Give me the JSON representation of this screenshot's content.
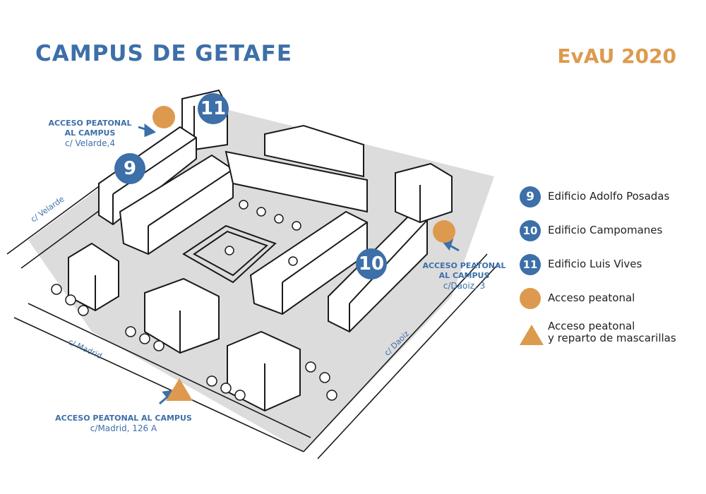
{
  "colors": {
    "blue": "#3d6fa8",
    "orange": "#dd9a4e",
    "ink": "#1a1a1a",
    "shadow": "#d7d7d7"
  },
  "header": {
    "title": "CAMPUS DE GETAFE",
    "year": "EvAU 2020"
  },
  "markers": {
    "b9": "9",
    "b10": "10",
    "b11": "11"
  },
  "callouts": {
    "velarde": {
      "line1": "ACCESO PEATONAL",
      "line2": "AL CAMPUS",
      "address": "c/ Velarde,4"
    },
    "daoiz": {
      "line1": "ACCESO PEATONAL",
      "line2": "AL CAMPUS",
      "address": "c/Daoiz, 3"
    },
    "madrid": {
      "line1": "ACCESO PEATONAL AL CAMPUS",
      "address": "c/Madrid, 126 A"
    }
  },
  "streets": {
    "velarde": "c/ Velarde",
    "madrid": "c/ Madrid",
    "daoiz": "c/ Daoiz"
  },
  "legend": [
    {
      "badge": "9",
      "label": "Edificio Adolfo Posadas"
    },
    {
      "badge": "10",
      "label": "Edificio Campomanes"
    },
    {
      "badge": "11",
      "label": "Edificio Luis Vives"
    },
    {
      "label": "Acceso peatonal"
    },
    {
      "label_line1": "Acceso peatonal",
      "label_line2": "y reparto de mascarillas"
    }
  ]
}
